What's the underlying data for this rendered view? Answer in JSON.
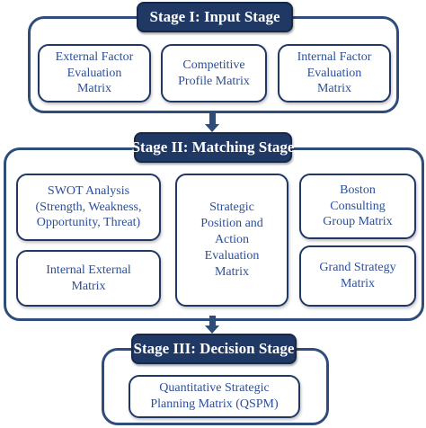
{
  "stage1": {
    "title": "Stage I: Input Stage",
    "boxes": [
      "External Factor\nEvaluation\nMatrix",
      "Competitive\nProfile Matrix",
      "Internal Factor\nEvaluation\nMatrix"
    ]
  },
  "stage2": {
    "title": "Stage II: Matching Stage",
    "boxes": [
      "SWOT Analysis\n(Strength, Weakness,\nOpportunity, Threat)",
      "Internal External\nMatrix",
      "Strategic\nPosition and\nAction\nEvaluation\nMatrix",
      "Boston\nConsulting\nGroup Matrix",
      "Grand Strategy\nMatrix"
    ]
  },
  "stage3": {
    "title": "Stage III: Decision Stage",
    "boxes": [
      "Quantitative Strategic\nPlanning Matrix (QSPM)"
    ]
  },
  "colors": {
    "header_fill": "#1f3864",
    "panel_border": "#2e4d7a",
    "box_text": "#2b4f9a"
  }
}
